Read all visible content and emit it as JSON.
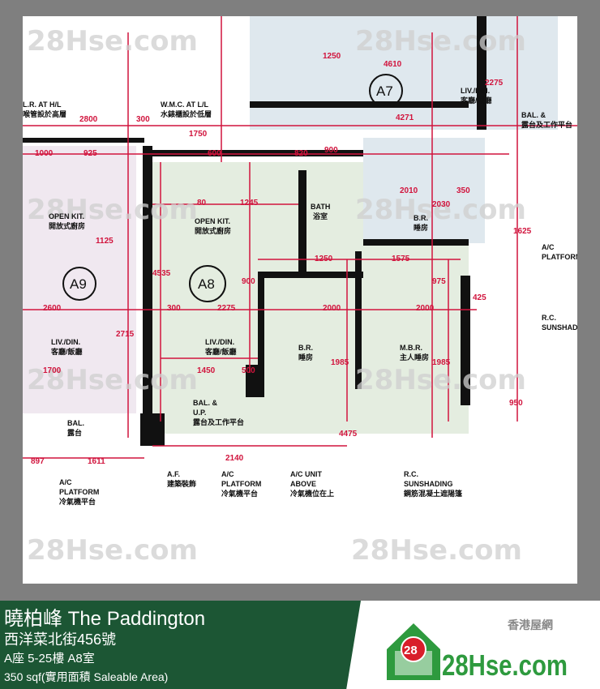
{
  "plan": {
    "units": {
      "a7": "A7",
      "a8": "A8",
      "a9": "A9"
    },
    "rooms": {
      "open_kit_en": "OPEN KIT.",
      "open_kit_cn": "開放式廚房",
      "bath_en": "BATH",
      "bath_cn": "浴室",
      "br_en": "B.R.",
      "br_cn": "睡房",
      "mbr_en": "M.B.R.",
      "mbr_cn": "主人睡房",
      "liv_en": "LIV./DIN.",
      "liv_cn": "客廳/飯廳",
      "bal_up_en": "BAL. &",
      "bal_up_en2": "U.P.",
      "bal_up_cn": "露台及工作平台",
      "bal_en": "BAL.",
      "bal_cn": "露台",
      "ac_platform_en": "A/C",
      "ac_platform_en2": "PLATFORM",
      "ac_platform_cn": "冷氣機平台",
      "ac_unit_en": "A/C UNIT",
      "ac_unit_en2": "ABOVE",
      "ac_unit_cn": "冷氣機位在上",
      "rc_en": "R.C.",
      "rc_en2": "SUNSHADING",
      "rc_cn": "鋼筋混凝土遮陽篷",
      "af_en": "A.F.",
      "af_cn": "建築裝飾",
      "wmc_en": "W.M.C. AT L/L",
      "wmc_cn": "水錶櫃設於低層",
      "lr_en": "L.R. AT H/L",
      "lr_cn": "喉管設於高層"
    },
    "dimensions": [
      "2800",
      "300",
      "1750",
      "1250",
      "4610",
      "4271",
      "2275",
      "1000",
      "925",
      "600",
      "820",
      "900",
      "1245",
      "80",
      "4535",
      "900",
      "2275",
      "300",
      "2600",
      "1450",
      "500",
      "1250",
      "1575",
      "2000",
      "2000",
      "1985",
      "1985",
      "2140",
      "4475",
      "1611",
      "897",
      "2010",
      "2030",
      "350",
      "1625",
      "1125",
      "2715",
      "1700",
      "950",
      "975",
      "425"
    ],
    "watermark": "28Hse.com"
  },
  "footer": {
    "title": "曉柏峰 The Paddington",
    "address": "西洋菜北街456號",
    "unit": "A座 5-25樓 A8室",
    "area": "350 sqf(實用面積 Saleable Area)",
    "logo_cn": "香港屋網",
    "logo_text": "28Hse.com",
    "logo_badge": "28"
  },
  "colors": {
    "footer_green": "#1c5634",
    "dimension_red": "#d1143d",
    "room_fill": "#e4ede0",
    "logo_green": "#2e9a3e",
    "logo_red": "#d81e2a"
  }
}
